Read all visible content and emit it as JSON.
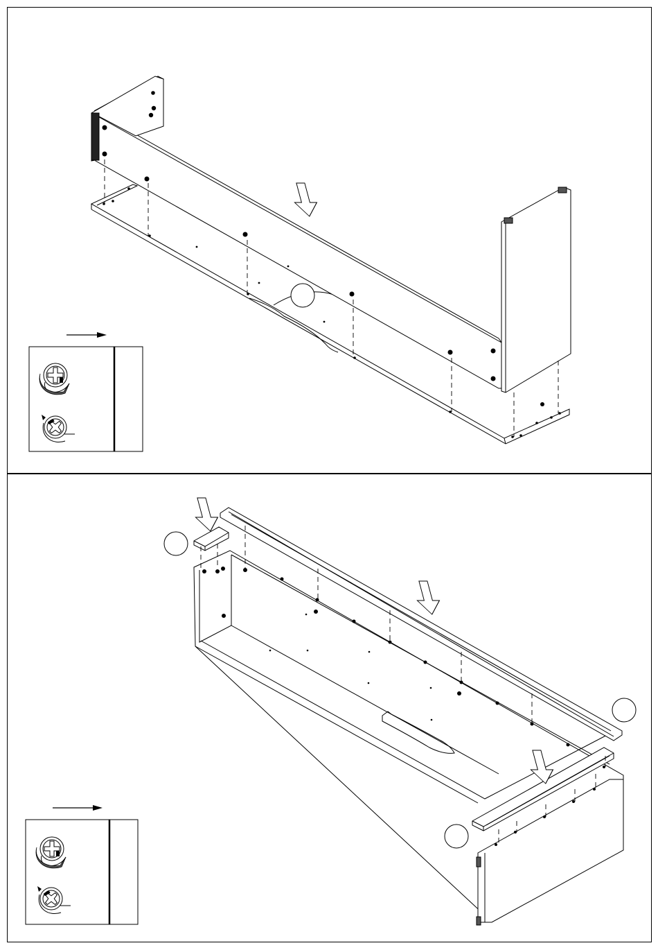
{
  "document": {
    "type": "assembly-instructions",
    "steps": [
      {
        "id": "step-1",
        "parts": [
          "base-panel",
          "back-panel",
          "left-side-panel",
          "right-side-panel"
        ],
        "callouts": [
          {
            "label": ""
          }
        ],
        "tool_legend": {
          "icons": [
            "screw-clockwise-tighten-icon",
            "cam-lock-tighten-icon"
          ]
        }
      },
      {
        "id": "step-2",
        "parts": [
          "cabinet-box",
          "long-rail",
          "short-block",
          "cross-rail",
          "end-panel"
        ],
        "callouts": [
          {
            "label": ""
          },
          {
            "label": ""
          },
          {
            "label": ""
          }
        ],
        "tool_legend": {
          "icons": [
            "screw-clockwise-tighten-icon",
            "cam-lock-tighten-icon"
          ]
        }
      }
    ]
  }
}
